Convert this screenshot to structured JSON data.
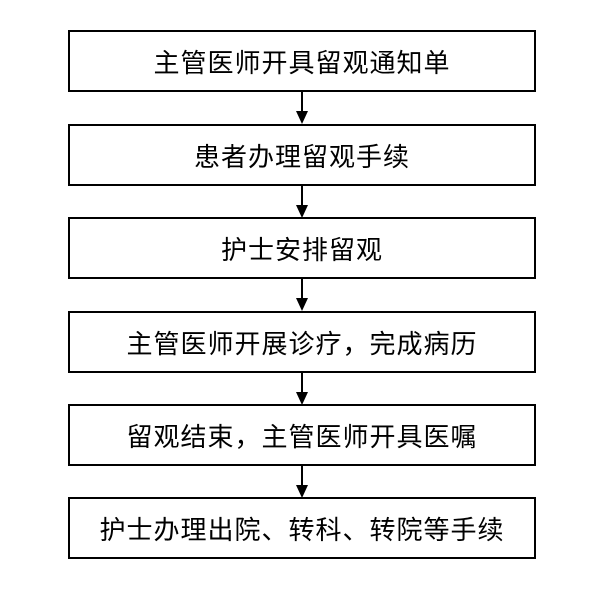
{
  "steps": [
    {
      "label": "主管医师开具留观通知单"
    },
    {
      "label": "患者办理留观手续"
    },
    {
      "label": "护士安排留观"
    },
    {
      "label": "主管医师开展诊疗，完成病历"
    },
    {
      "label": "留观结束，主管医师开具医嘱"
    },
    {
      "label": "护士办理出院、转科、转院等手续"
    }
  ],
  "colors": {
    "stroke": "#000000",
    "background": "#ffffff",
    "text": "#000000"
  }
}
